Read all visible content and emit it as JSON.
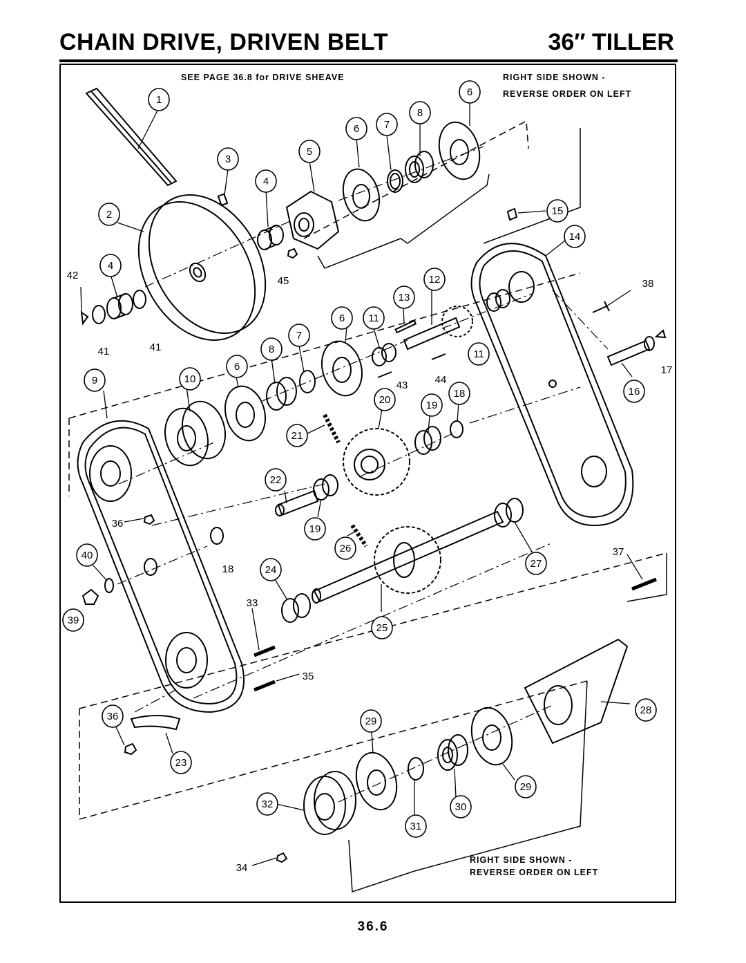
{
  "header": {
    "title": "CHAIN DRIVE, DRIVEN BELT",
    "model": "36″ TILLER"
  },
  "notes": {
    "drive_sheave": "SEE PAGE  36.8 for DRIVE SHEAVE",
    "top_right_line1": "RIGHT SIDE SHOWN -",
    "top_right_line2": "REVERSE ORDER ON LEFT",
    "bottom_line1": "RIGHT SIDE SHOWN -",
    "bottom_line2": "REVERSE ORDER ON LEFT"
  },
  "footer": {
    "page_number": "36.6"
  },
  "callouts": [
    {
      "id": "c1",
      "label": "1",
      "circled": true
    },
    {
      "id": "c2",
      "label": "2",
      "circled": true
    },
    {
      "id": "c3",
      "label": "3",
      "circled": true
    },
    {
      "id": "c4a",
      "label": "4",
      "circled": true
    },
    {
      "id": "c4b",
      "label": "4",
      "circled": true
    },
    {
      "id": "c5",
      "label": "5",
      "circled": true
    },
    {
      "id": "c6a",
      "label": "6",
      "circled": true
    },
    {
      "id": "c6b",
      "label": "6",
      "circled": true
    },
    {
      "id": "c6c",
      "label": "6",
      "circled": true
    },
    {
      "id": "c6d",
      "label": "6",
      "circled": true
    },
    {
      "id": "c7a",
      "label": "7",
      "circled": true
    },
    {
      "id": "c7b",
      "label": "7",
      "circled": true
    },
    {
      "id": "c8a",
      "label": "8",
      "circled": true
    },
    {
      "id": "c8b",
      "label": "8",
      "circled": true
    },
    {
      "id": "c9",
      "label": "9",
      "circled": true
    },
    {
      "id": "c10",
      "label": "10",
      "circled": true
    },
    {
      "id": "c11a",
      "label": "11",
      "circled": true
    },
    {
      "id": "c11b",
      "label": "11",
      "circled": true
    },
    {
      "id": "c12",
      "label": "12",
      "circled": true
    },
    {
      "id": "c13",
      "label": "13",
      "circled": true
    },
    {
      "id": "c14",
      "label": "14",
      "circled": true
    },
    {
      "id": "c15",
      "label": "15",
      "circled": true
    },
    {
      "id": "c16",
      "label": "16",
      "circled": true
    },
    {
      "id": "c17",
      "label": "17",
      "circled": false
    },
    {
      "id": "c18a",
      "label": "18",
      "circled": true
    },
    {
      "id": "c18b",
      "label": "18",
      "circled": false
    },
    {
      "id": "c19a",
      "label": "19",
      "circled": true
    },
    {
      "id": "c19b",
      "label": "19",
      "circled": true
    },
    {
      "id": "c20",
      "label": "20",
      "circled": true
    },
    {
      "id": "c21",
      "label": "21",
      "circled": true
    },
    {
      "id": "c22",
      "label": "22",
      "circled": true
    },
    {
      "id": "c23",
      "label": "23",
      "circled": true
    },
    {
      "id": "c24",
      "label": "24",
      "circled": true
    },
    {
      "id": "c25",
      "label": "25",
      "circled": true
    },
    {
      "id": "c26",
      "label": "26",
      "circled": true
    },
    {
      "id": "c27",
      "label": "27",
      "circled": true
    },
    {
      "id": "c28",
      "label": "28",
      "circled": true
    },
    {
      "id": "c29a",
      "label": "29",
      "circled": true
    },
    {
      "id": "c29b",
      "label": "29",
      "circled": true
    },
    {
      "id": "c30",
      "label": "30",
      "circled": true
    },
    {
      "id": "c31",
      "label": "31",
      "circled": true
    },
    {
      "id": "c32",
      "label": "32",
      "circled": true
    },
    {
      "id": "c33",
      "label": "33",
      "circled": false
    },
    {
      "id": "c34",
      "label": "34",
      "circled": false
    },
    {
      "id": "c35",
      "label": "35",
      "circled": false
    },
    {
      "id": "c36a",
      "label": "36",
      "circled": false
    },
    {
      "id": "c36b",
      "label": "36",
      "circled": true
    },
    {
      "id": "c37",
      "label": "37",
      "circled": false
    },
    {
      "id": "c38",
      "label": "38",
      "circled": false
    },
    {
      "id": "c39",
      "label": "39",
      "circled": true
    },
    {
      "id": "c40",
      "label": "40",
      "circled": true
    },
    {
      "id": "c41a",
      "label": "41",
      "circled": false
    },
    {
      "id": "c41b",
      "label": "41",
      "circled": false
    },
    {
      "id": "c42",
      "label": "42",
      "circled": false
    },
    {
      "id": "c43",
      "label": "43",
      "circled": false
    },
    {
      "id": "c44",
      "label": "44",
      "circled": false
    },
    {
      "id": "c45",
      "label": "45",
      "circled": false
    }
  ]
}
